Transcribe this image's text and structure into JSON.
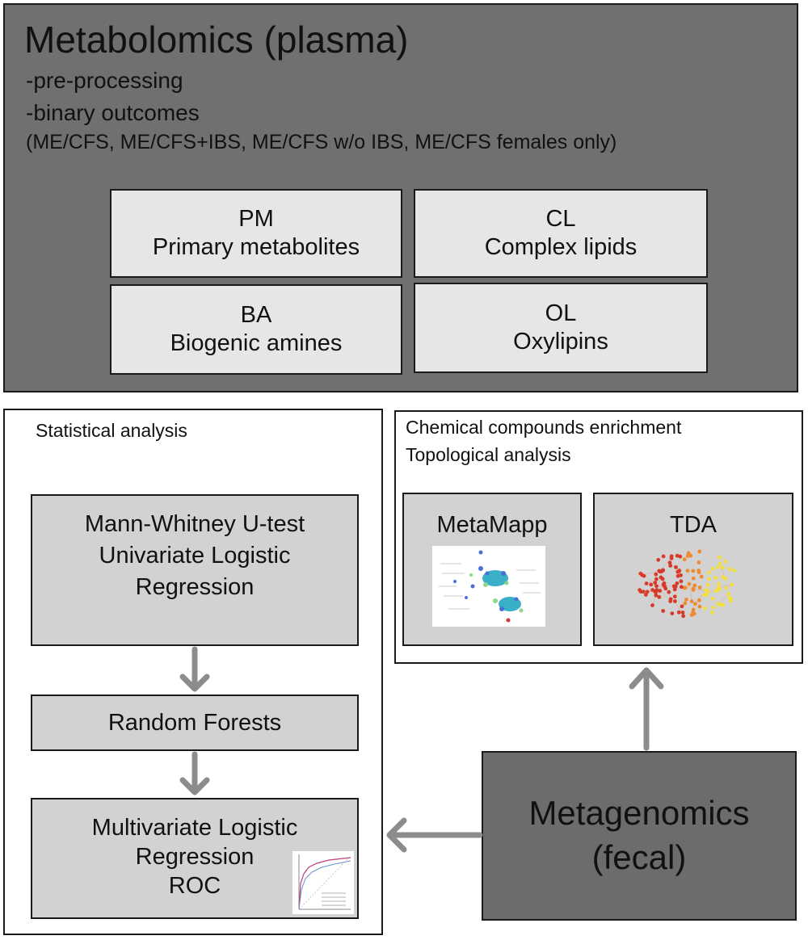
{
  "metabolomics": {
    "title": "Metabolomics (plasma)",
    "line1": "-pre-processing",
    "line2": "-binary outcomes",
    "line3": "(ME/CFS, ME/CFS+IBS, ME/CFS w/o IBS, ME/CFS females only)",
    "boxes": [
      {
        "abbr": "PM",
        "name": "Primary metabolites"
      },
      {
        "abbr": "CL",
        "name": "Complex lipids"
      },
      {
        "abbr": "BA",
        "name": "Biogenic amines"
      },
      {
        "abbr": "OL",
        "name": "Oxylipins"
      }
    ]
  },
  "statistical": {
    "label": "Statistical analysis",
    "box1": [
      "Mann-Whitney U-test",
      "Univariate Logistic",
      "Regression"
    ],
    "box2": "Random Forests",
    "box3": [
      "Multivariate Logistic",
      "Regression",
      "ROC"
    ]
  },
  "enrichment": {
    "line1": "Chemical compounds enrichment",
    "line2": "Topological analysis",
    "metamapp": "MetaMapp",
    "tda": "TDA"
  },
  "metagenomics": {
    "line1": "Metagenomics",
    "line2": "(fecal)"
  },
  "colors": {
    "panel_dark": "#707070",
    "box_light": "#e6e6e6",
    "box_gray": "#d2d2d2",
    "arrow": "#8c8c8c"
  }
}
